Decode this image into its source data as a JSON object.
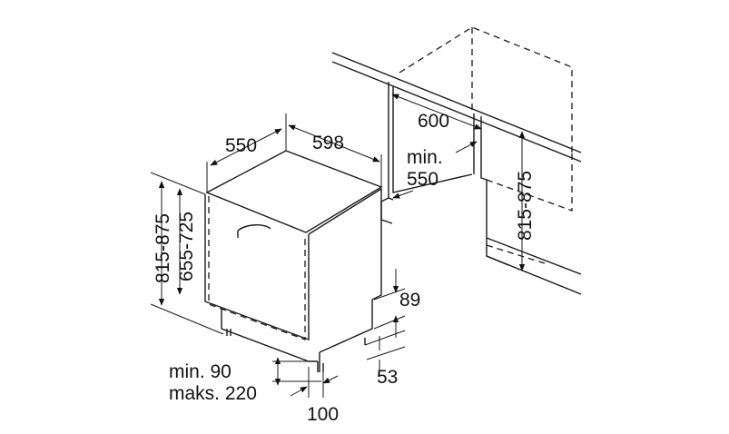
{
  "dimensions": {
    "depth": "550",
    "width": "598",
    "niche_width": "600",
    "niche_depth_label_1": "min.",
    "niche_depth_label_2": "550",
    "niche_height": "815-875",
    "total_height": "815-875",
    "door_height": "655-725",
    "plinth_height": "89",
    "foot_adjust": "53",
    "plinth_gap_line1": "min. 90",
    "plinth_gap_line2": "maks. 220",
    "plinth_depth": "100"
  },
  "colors": {
    "line": "#1a1a1a",
    "text": "#111111",
    "background": "#ffffff"
  }
}
